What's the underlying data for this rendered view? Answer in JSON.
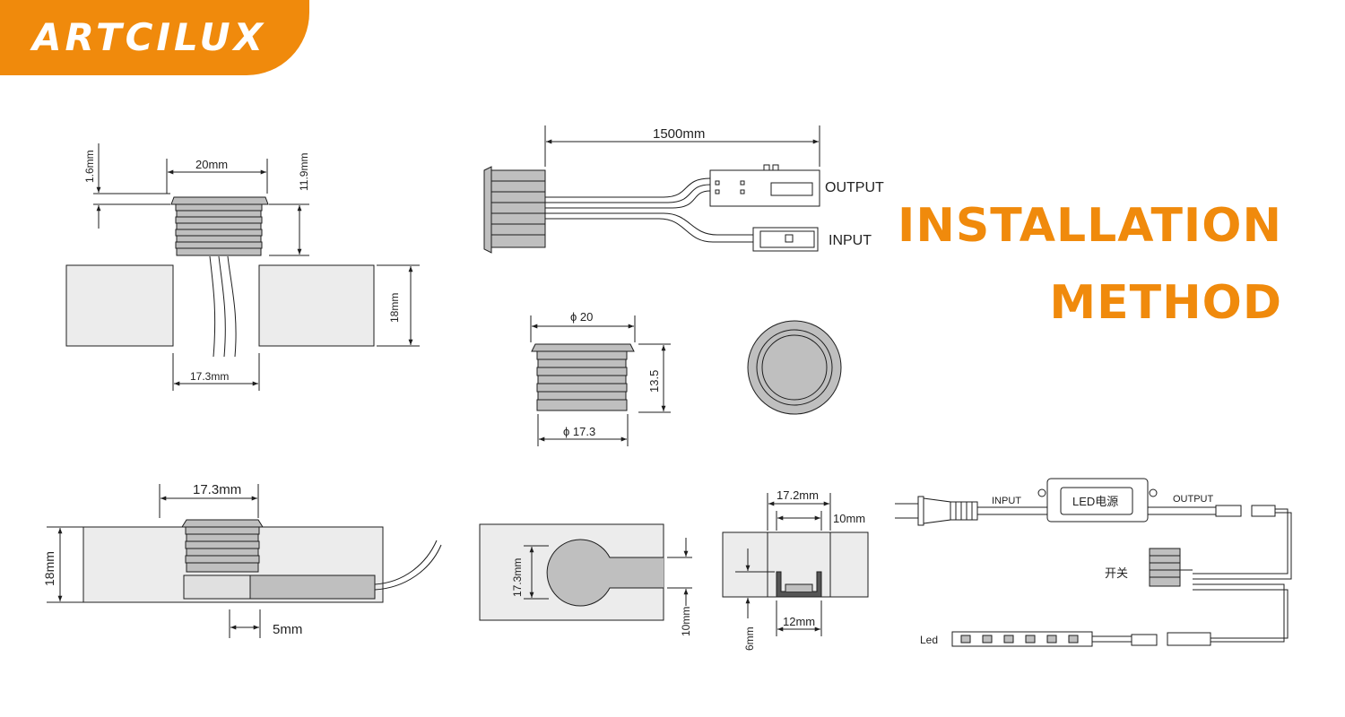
{
  "brand": {
    "logo_text": "ARTCILUX"
  },
  "title": {
    "line1": "INSTALLATION",
    "line2": "METHOD"
  },
  "colors": {
    "accent": "#f08a0c",
    "panel": "#ececec",
    "part": "#bfbfbf",
    "line": "#1e1e1e"
  },
  "fig_side": {
    "top_width": "20mm",
    "cap": "1.6mm",
    "height": "11.9mm",
    "board": "18mm",
    "hole": "17.3mm"
  },
  "fig_cable": {
    "length": "1500mm",
    "output": "OUTPUT",
    "input": "INPUT"
  },
  "fig_dims": {
    "top": "ϕ 20",
    "body": "ϕ 17.3",
    "height": "13.5"
  },
  "fig_mount": {
    "hole": "17.3mm",
    "board": "18mm",
    "offset": "5mm"
  },
  "fig_groove": {
    "hole": "17.3mm",
    "groove": "10mm"
  },
  "fig_profile": {
    "outer": "17.2mm",
    "slot": "10mm",
    "depth": "6mm",
    "base": "12mm"
  },
  "fig_wiring": {
    "input": "INPUT",
    "output": "OUTPUT",
    "driver": "LED电源",
    "switch": "开关",
    "led": "Led"
  }
}
